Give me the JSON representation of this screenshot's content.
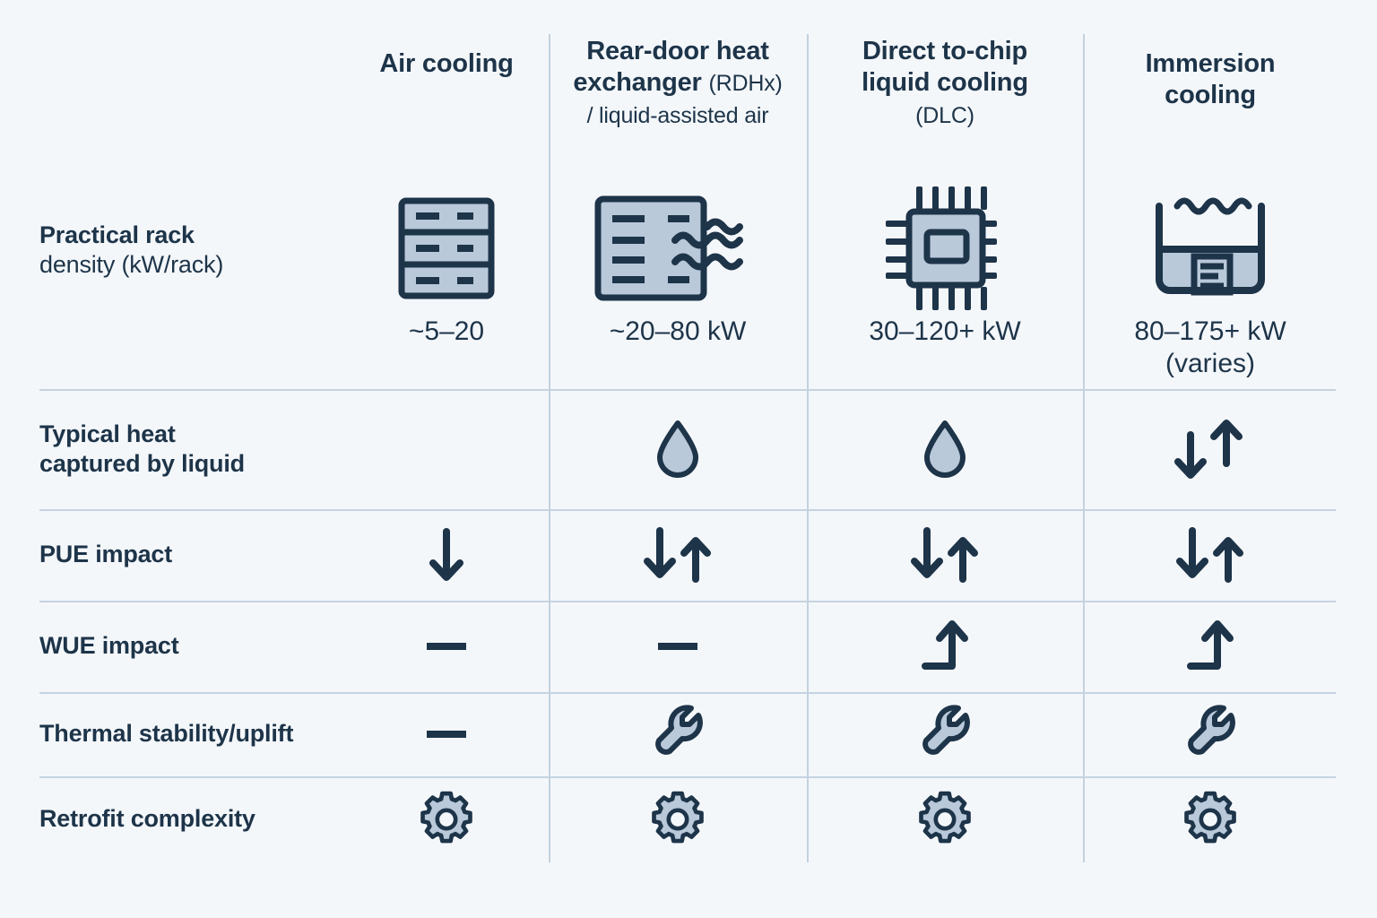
{
  "theme": {
    "background": "#f4f7fa",
    "ink": "#1d3449",
    "icon_fill": "#b9c9da",
    "divider": "#c5d3e0"
  },
  "columns": [
    {
      "key": "air",
      "title": "Air cooling",
      "sub": ""
    },
    {
      "key": "rdhx",
      "title": "Rear-door heat exchanger",
      "sub": "(RDHx) / liquid-assisted air"
    },
    {
      "key": "dlc",
      "title": "Direct to-chip liquid cooling",
      "sub": "(DLC)"
    },
    {
      "key": "immersion",
      "title": "Immersion cooling",
      "sub": ""
    }
  ],
  "headers": {
    "air": {
      "line1": "Air cooling"
    },
    "rdhx": {
      "line1": "Rear-door heat",
      "line2": "exchanger ",
      "line2_sub": "(RDHx)",
      "line3_sub": "/ liquid-assisted air"
    },
    "dlc": {
      "line1": "Direct to-chip",
      "line2": "liquid cooling",
      "line3_sub": "(DLC)"
    },
    "immersion": {
      "line1": "Immersion",
      "line2": "cooling"
    }
  },
  "rows": [
    {
      "key": "density",
      "label_bold": "Practical rack",
      "label_light": "density (kW/rack)",
      "icons": [
        "server-rack-icon",
        "rear-door-heat-exchanger-icon",
        "chip-icon",
        "immersion-tank-icon"
      ],
      "values": [
        "~5–20",
        "~20–80 kW",
        "30–120+ kW",
        "80–175+ kW\n(varies)"
      ]
    },
    {
      "key": "heat",
      "label_bold": "Typical heat captured by liquid",
      "label_light": "",
      "icons": [
        "",
        "water-droplet-icon",
        "water-droplet-icon",
        "down-up-arrows-icon"
      ],
      "values": [
        "",
        "",
        "",
        ""
      ]
    },
    {
      "key": "pue",
      "label_bold": "PUE impact",
      "label_light": "",
      "icons": [
        "down-arrow-icon",
        "down-up-arrows-icon",
        "down-up-arrows-icon",
        "down-up-arrows-icon"
      ],
      "values": [
        "",
        "",
        "",
        ""
      ]
    },
    {
      "key": "wue",
      "label_bold": "WUE impact",
      "label_light": "",
      "icons": [
        "dash-icon",
        "dash-icon",
        "trend-up-arrow-icon",
        "trend-up-arrow-icon"
      ],
      "values": [
        "",
        "",
        "",
        ""
      ]
    },
    {
      "key": "thermal",
      "label_bold": "Thermal stability/uplift",
      "label_light": "",
      "icons": [
        "dash-icon",
        "wrench-icon",
        "wrench-icon",
        "wrench-icon"
      ],
      "values": [
        "",
        "",
        "",
        ""
      ]
    },
    {
      "key": "retrofit",
      "label_bold": "Retrofit complexity",
      "label_light": "",
      "icons": [
        "gear-icon",
        "gear-icon",
        "gear-icon",
        "gear-icon"
      ],
      "values": [
        "",
        "",
        "",
        ""
      ]
    }
  ],
  "labels": {
    "density_bold": "Practical rack",
    "density_light": "density (kW/rack)",
    "heat": "Typical heat\ncaptured by liquid",
    "pue": "PUE impact",
    "wue": "WUE impact",
    "thermal": "Thermal stability/uplift",
    "retrofit": "Retrofit complexity"
  },
  "density_values": {
    "air": "~5–20",
    "rdhx": "~20–80 kW",
    "dlc": "30–120+ kW",
    "immersion": "80–175+ kW\n(varies)"
  }
}
